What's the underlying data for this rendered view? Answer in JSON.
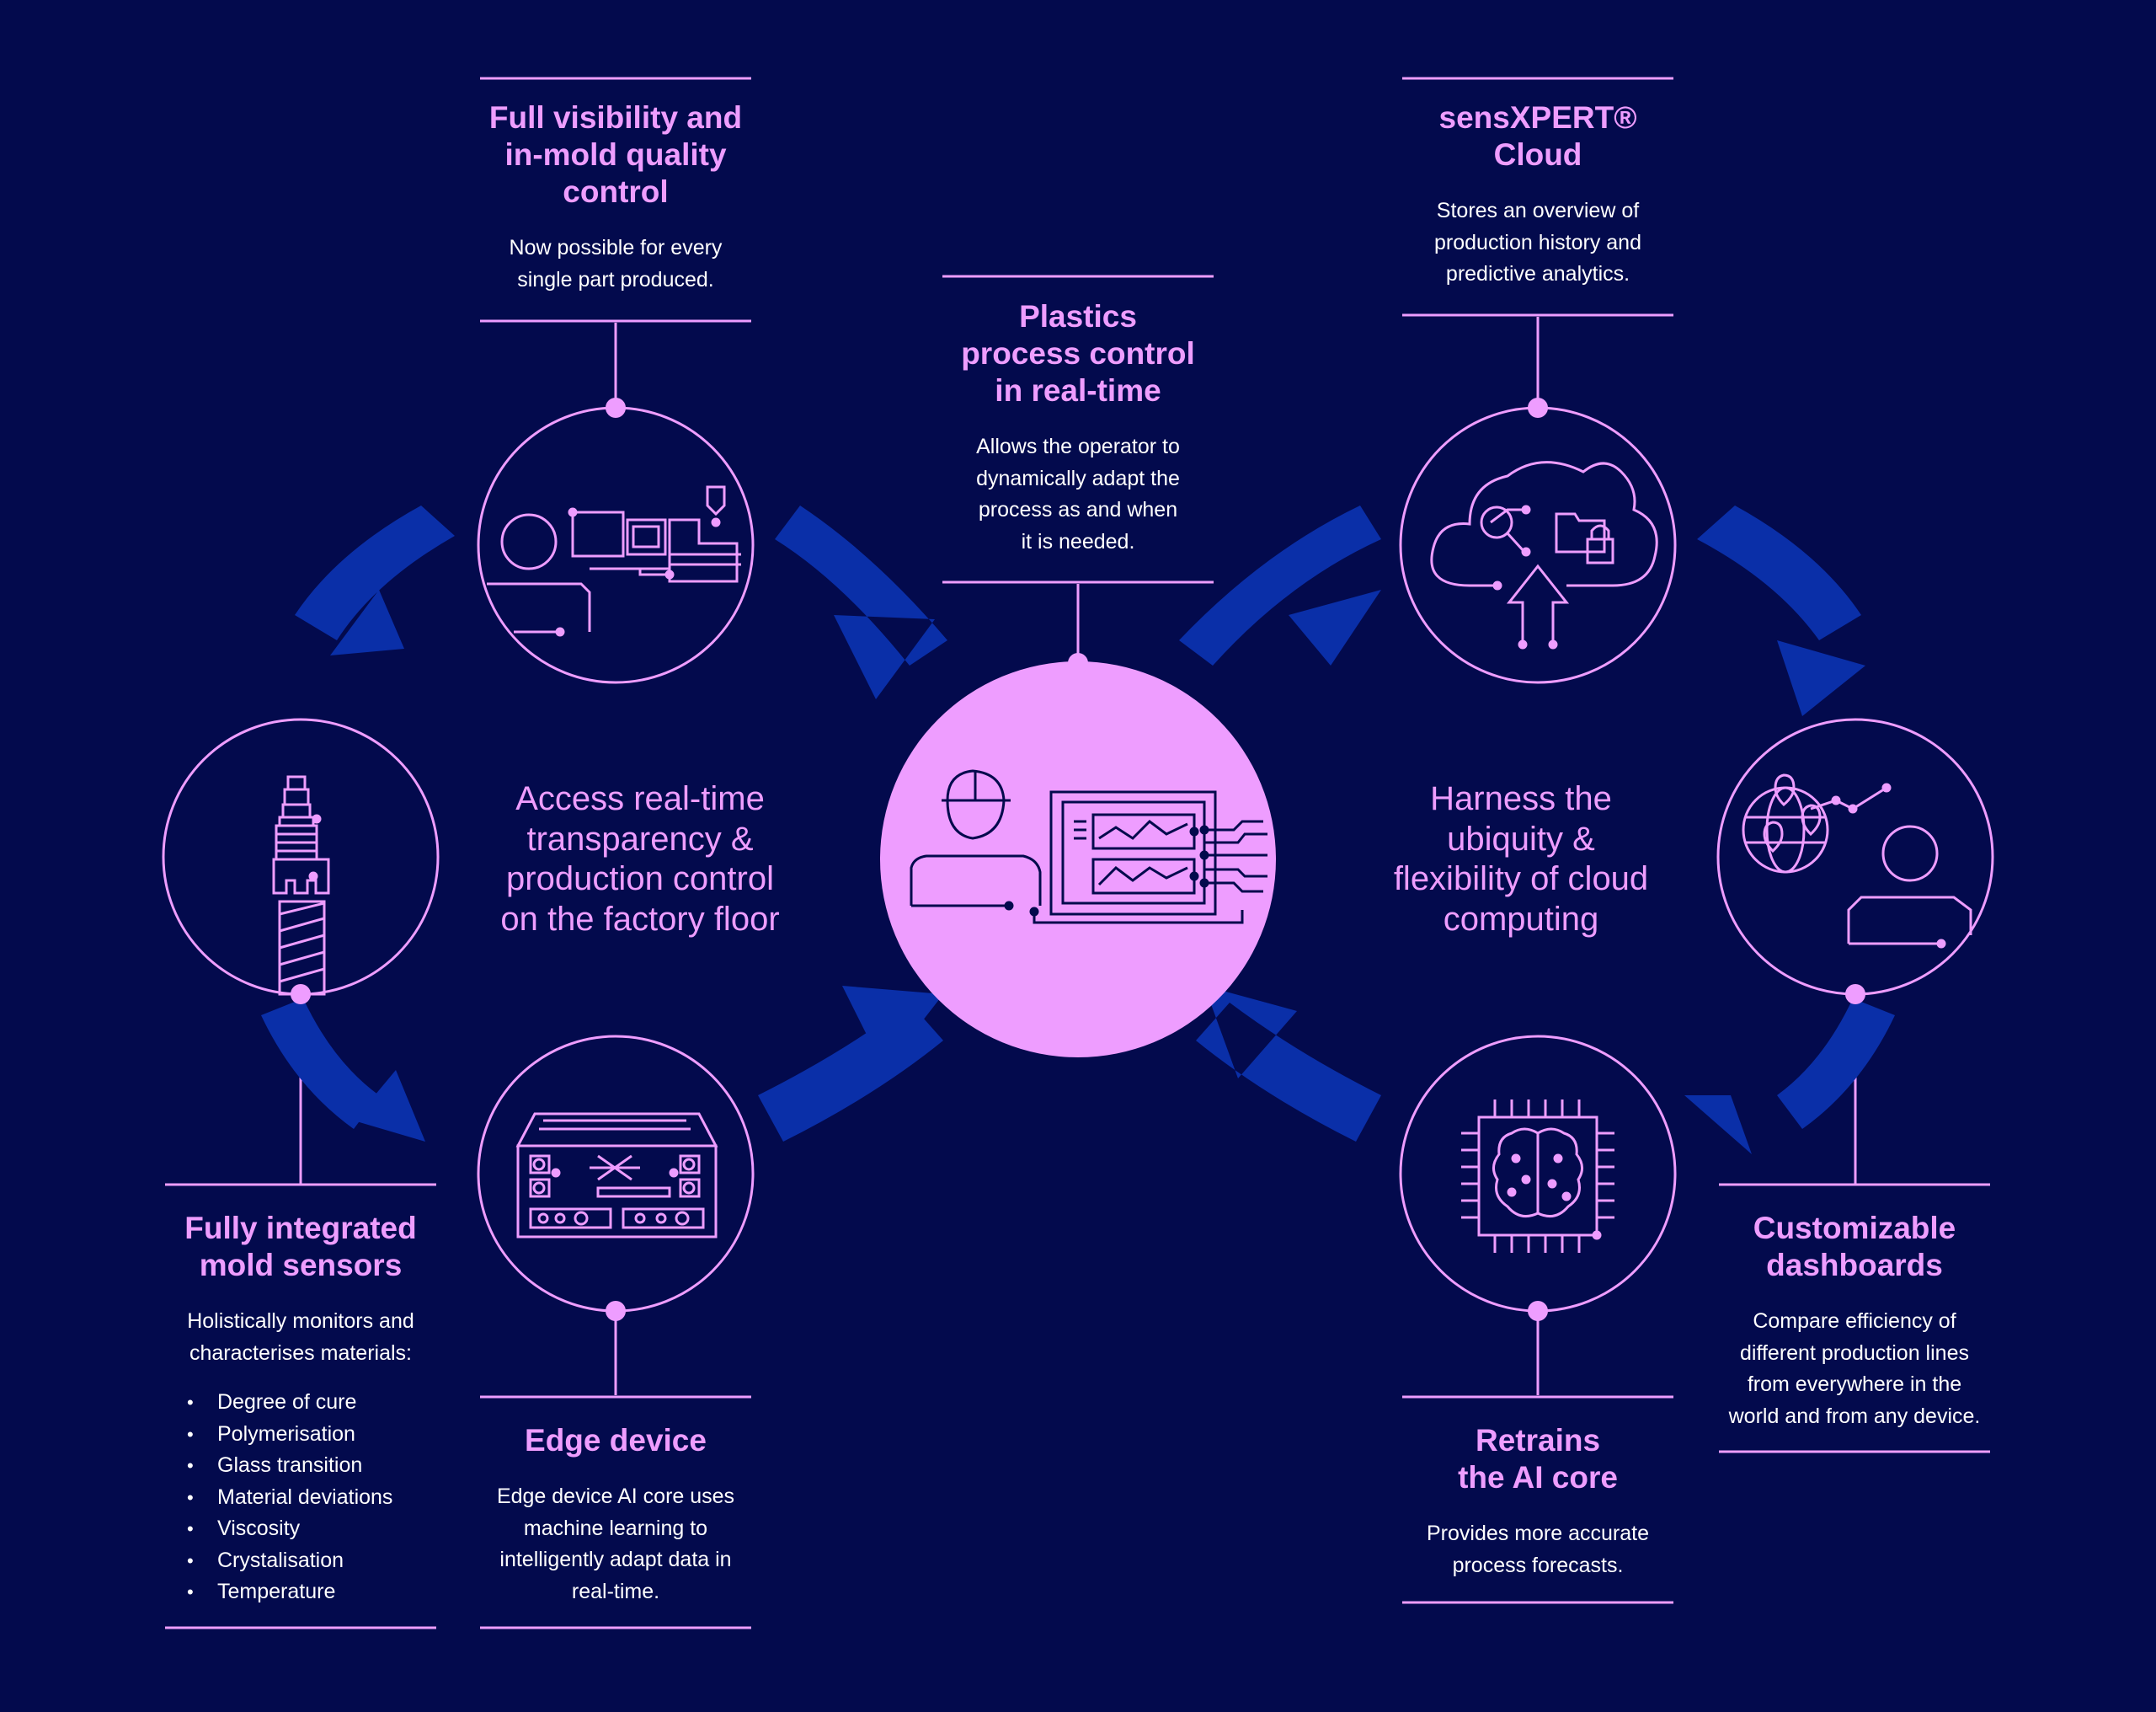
{
  "colors": {
    "background": "#030a4d",
    "accent": "#ee9dff",
    "arrow": "#0a2fa8",
    "text": "#ffffff"
  },
  "center": {
    "title_lines": [
      "Plastics",
      "process control",
      "in real-time"
    ],
    "desc_lines": [
      "Allows the operator to",
      "dynamically adapt the",
      "process as and when",
      "it is needed."
    ]
  },
  "left_loop_text": [
    "Access real-time",
    "transparency &",
    "production control",
    "on the factory floor"
  ],
  "right_loop_text": [
    "Harness the",
    "ubiquity &",
    "flexibility of cloud",
    "computing"
  ],
  "nodes": {
    "quality": {
      "icon": "injection-molding-machine-icon",
      "title_lines": [
        "Full visibility and",
        "in-mold quality",
        "control"
      ],
      "desc_lines": [
        "Now possible for every",
        "single part produced."
      ]
    },
    "sensors": {
      "icon": "mold-sensor-icon",
      "title_lines": [
        "Fully integrated",
        "mold sensors"
      ],
      "desc_lines": [
        "Holistically monitors and",
        "characterises materials:"
      ],
      "bullets": [
        "Degree of cure",
        "Polymerisation",
        "Glass transition",
        "Material deviations",
        "Viscosity",
        "Crystalisation",
        "Temperature"
      ]
    },
    "edge": {
      "icon": "edge-device-icon",
      "title_lines": [
        "Edge device"
      ],
      "desc_lines": [
        "Edge device AI core uses",
        "machine learning to",
        "intelligently adapt data in",
        "real-time."
      ]
    },
    "cloud": {
      "icon": "cloud-upload-icon",
      "title_lines": [
        "sensXPERT®",
        "Cloud"
      ],
      "desc_lines": [
        "Stores an overview of",
        "production history and",
        "predictive analytics."
      ]
    },
    "dashboards": {
      "icon": "globe-dashboard-icon",
      "title_lines": [
        "Customizable",
        "dashboards"
      ],
      "desc_lines": [
        "Compare efficiency of",
        "different production lines",
        "from everywhere in the",
        "world and from any device."
      ]
    },
    "ai": {
      "icon": "ai-brain-chip-icon",
      "title_lines": [
        "Retrains",
        "the AI core"
      ],
      "desc_lines": [
        "Provides more accurate",
        "process forecasts."
      ]
    }
  },
  "center_icon": "operator-control-panel-icon"
}
